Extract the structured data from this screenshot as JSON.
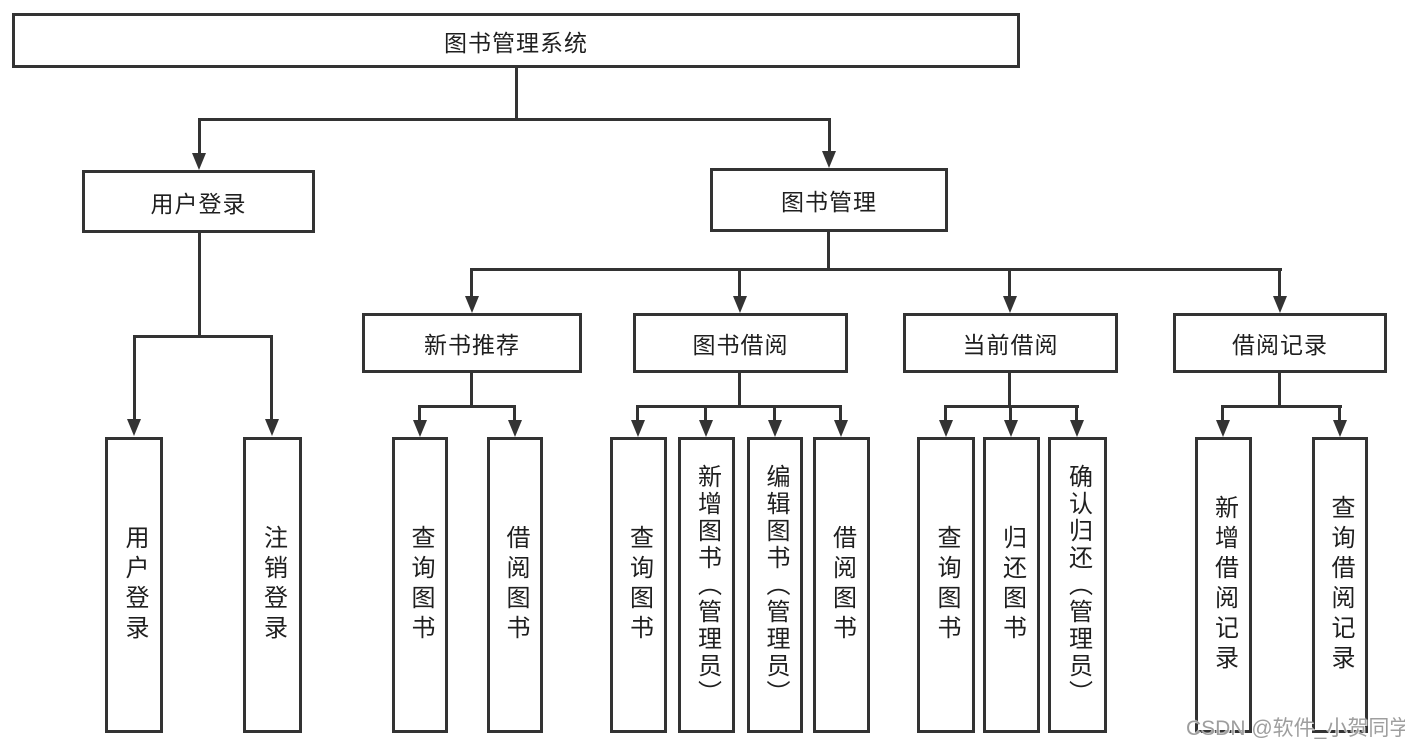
{
  "colors": {
    "line": "#333333",
    "box_border": "#333333",
    "text": "#1f1f1f",
    "watermark": "#9e9e9e",
    "background": "#ffffff"
  },
  "watermark": {
    "text": "CSDN @软件_小贺同学"
  },
  "nodes": {
    "root": {
      "label": "图书管理系统"
    },
    "user_login": {
      "label": "用户登录"
    },
    "book_mgmt": {
      "label": "图书管理"
    },
    "new_book_rec": {
      "label": "新书推荐"
    },
    "book_borrow": {
      "label": "图书借阅"
    },
    "current_borrow": {
      "label": "当前借阅"
    },
    "borrow_records": {
      "label": "借阅记录"
    },
    "leaves": {
      "user_login": {
        "label": "用户登录"
      },
      "logout": {
        "label": "注销登录"
      },
      "query_book_rec": {
        "label": "查询图书"
      },
      "borrow_book_rec": {
        "label": "借阅图书"
      },
      "query_book_borrow": {
        "label": "查询图书"
      },
      "add_book": {
        "label": "新增图书（管理员）"
      },
      "edit_book": {
        "label": "编辑图书（管理员）"
      },
      "borrow_book": {
        "label": "借阅图书"
      },
      "query_book_current": {
        "label": "查询图书"
      },
      "return_book": {
        "label": "归还图书"
      },
      "confirm_return": {
        "label": "确认归还（管理员）"
      },
      "add_borrow_record": {
        "label": "新增借阅记录"
      },
      "query_borrow_record": {
        "label": "查询借阅记录"
      }
    }
  }
}
